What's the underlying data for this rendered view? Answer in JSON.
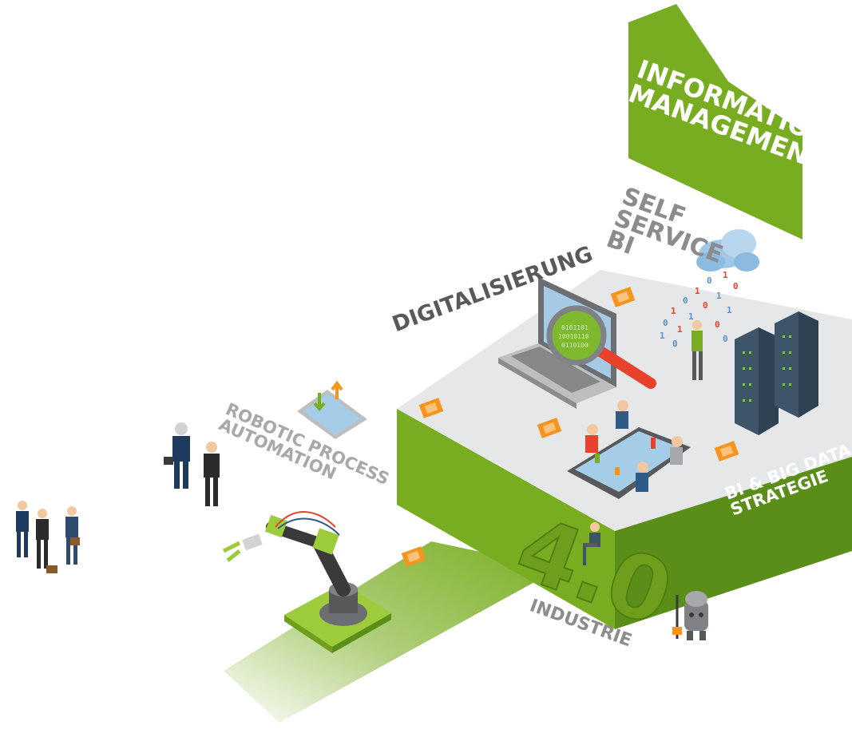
{
  "labels": {
    "information_management": [
      "INFORMATION",
      "MANAGEMENT"
    ],
    "self_service_bi": [
      "SELF",
      "SERVICE",
      "BI"
    ],
    "digitalisierung": "DIGITALISIERUNG",
    "robotic_process_automation": [
      "ROBOTIC PROCESS",
      "AUTOMATION"
    ],
    "bi_big_data_strategie": [
      "BI & BIG DATA",
      "STRATEGIE"
    ],
    "industrie": "INDUSTRIE",
    "industrie_version": "4.0"
  },
  "colors": {
    "brand_green": "#79ad21",
    "dark_green": "#5a8e19",
    "light_green": "#9ccb3b",
    "platform_top": "#e6e7e8",
    "label_grey": "#8c8c8c",
    "dark_grey": "#58595b",
    "chip_orange": "#f7941d",
    "server_blue": "#3e5468",
    "cloud_blue": "#9fc8e8",
    "data_red": "#e8412c"
  },
  "icons": [
    "laptop-icon",
    "magnifier-icon",
    "cloud-icon",
    "server-rack-icon",
    "tablet-icon",
    "robot-arm-icon",
    "robot-icon",
    "meeting-table-icon",
    "chip-icon",
    "humanoid-robot-icon"
  ]
}
